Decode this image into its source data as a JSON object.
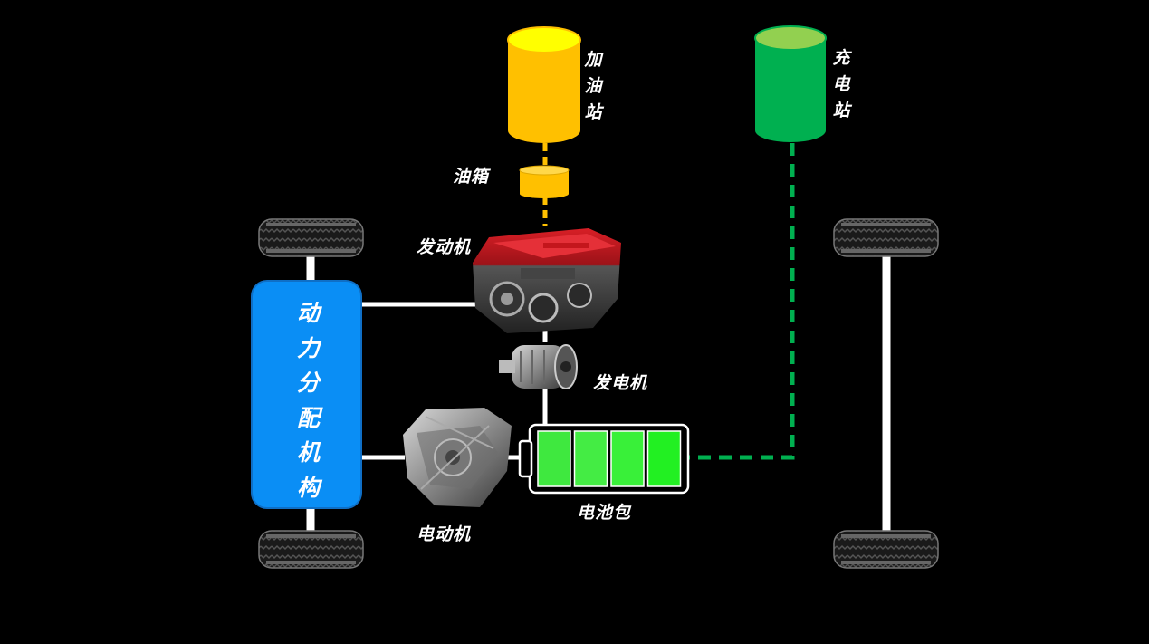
{
  "labels": {
    "gas_station": "加油站",
    "charging_station": "充电站",
    "fuel_tank": "油箱",
    "engine": "发动机",
    "generator": "发电机",
    "battery_pack": "电池包",
    "motor": "电动机",
    "power_split": "动力分配机构"
  },
  "colors": {
    "background": "#000000",
    "gas_station": "#ffc000",
    "gas_station_top": "#ffff00",
    "charging_station": "#00b050",
    "charging_station_top": "#92d050",
    "power_split": "#0a8ef5",
    "battery_cell": "#3cf03c",
    "connector": "#ffffff"
  },
  "battery": {
    "cells": 4
  }
}
